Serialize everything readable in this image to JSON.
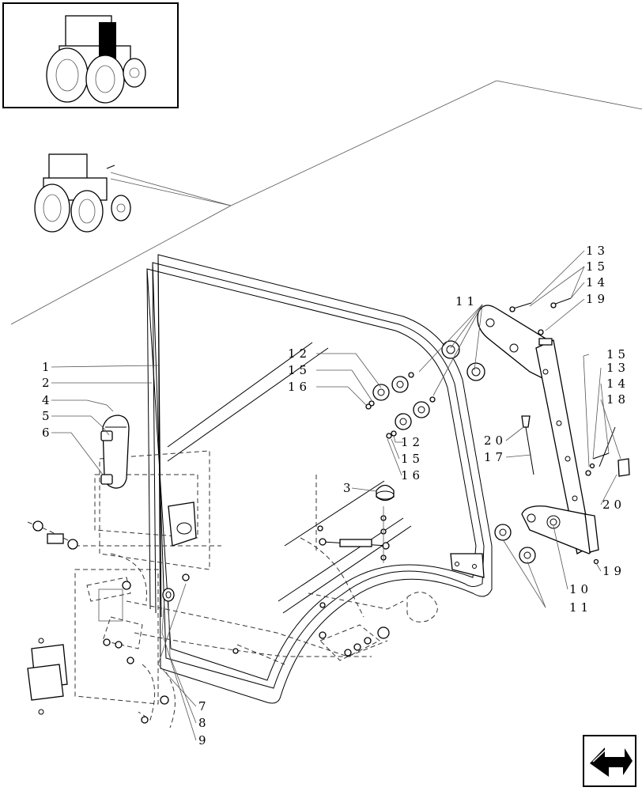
{
  "labels": {
    "l1": "1",
    "l2": "2",
    "l3": "3",
    "l4": "4",
    "l5": "5",
    "l6": "6",
    "l7": "7",
    "l8": "8",
    "l9": "9",
    "l10": "10",
    "l11a": "11",
    "l11b": "11",
    "l12a": "12",
    "l12b": "12",
    "l13a": "13",
    "l13b": "13",
    "l14a": "14",
    "l14b": "14",
    "l15a": "15",
    "l15b": "15",
    "l15c": "15",
    "l15d": "15",
    "l16a": "16",
    "l16b": "16",
    "l17": "17",
    "l18": "18",
    "l19a": "19",
    "l19b": "19",
    "l20a": "20",
    "l20b": "20"
  },
  "icons": {
    "thumbnail": "tractor-thumbnail-icon",
    "locator": "tractor-locator-icon",
    "nav": "next-page-arrow-icon"
  }
}
